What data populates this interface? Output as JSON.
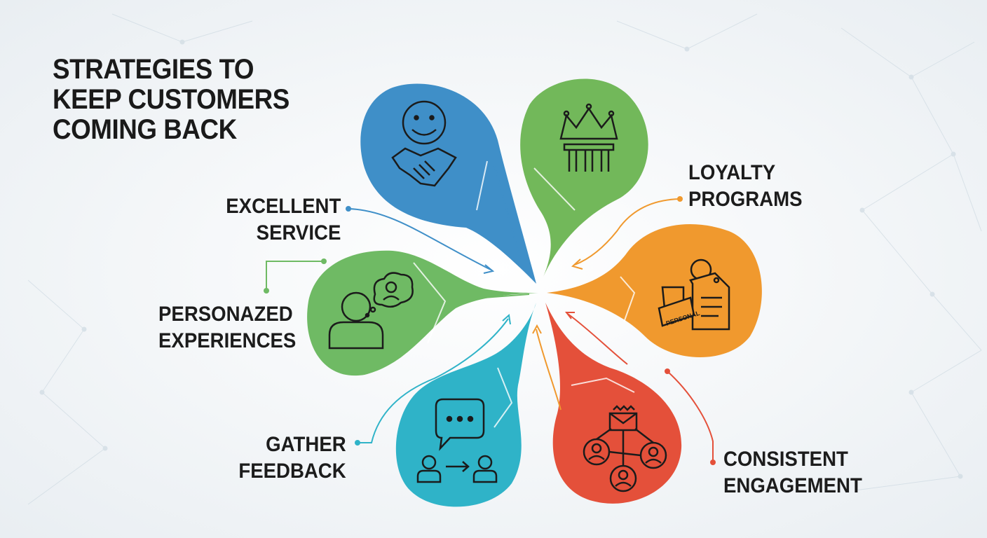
{
  "title": {
    "line1": "STRATEGIES TO",
    "line2": "KEEP CUSTOMERS",
    "line3": "COMING BACK"
  },
  "strategies": [
    {
      "line1": "EXCELLENT",
      "line2": "SERVICE",
      "color": "#3f8fc8",
      "icon": "smile-handshake-icon"
    },
    {
      "line1": "LOYALTY",
      "line2": "PROGRAMS",
      "color": "#72b85a",
      "icon": "crown-podium-icon"
    },
    {
      "line1": "PERSONAZED",
      "line2": "EXPERIENCES",
      "color": "#6fba64",
      "icon": "person-thought-icon"
    },
    {
      "line1": "GATHER",
      "line2": "FEEDBACK",
      "color": "#2fb3c8",
      "icon": "chat-exchange-icon"
    },
    {
      "line1": "CONSISTENT",
      "line2": "ENGAGEMENT",
      "color": "#e4503a",
      "icon": "network-people-icon"
    }
  ],
  "loyalty_petal": {
    "color": "#f0992e",
    "icon": "price-tag-icon",
    "tag_text": "PERSONAL"
  }
}
